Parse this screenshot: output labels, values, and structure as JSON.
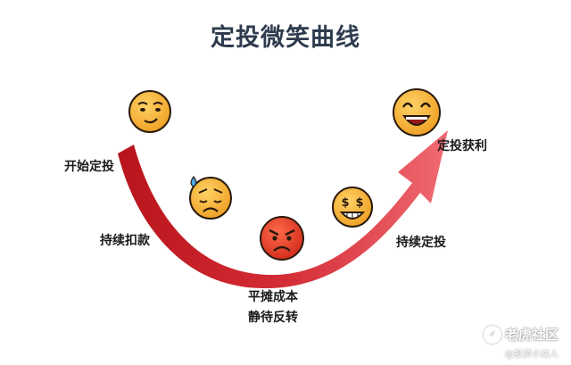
{
  "title": "定投微笑曲线",
  "labels": {
    "start": "开始定投",
    "deduct": "持续扣款",
    "bottom_line1": "平摊成本",
    "bottom_line2": "静待反转",
    "continue": "持续定投",
    "profit": "定投获利"
  },
  "watermark": {
    "brand": "老虎社区",
    "account": "@投资小达人"
  },
  "colors": {
    "arrow_dark": "#b8141b",
    "arrow_light": "#f06a72",
    "face_yellow": "#f4b63a",
    "face_red": "#e8402c",
    "title": "#2f3c4f"
  },
  "faces": [
    {
      "name": "smirk",
      "color": "face_yellow"
    },
    {
      "name": "worried-sweat",
      "color": "face_yellow"
    },
    {
      "name": "angry",
      "color": "face_red"
    },
    {
      "name": "money-eyes",
      "color": "face_yellow"
    },
    {
      "name": "laughing",
      "color": "face_yellow"
    }
  ]
}
